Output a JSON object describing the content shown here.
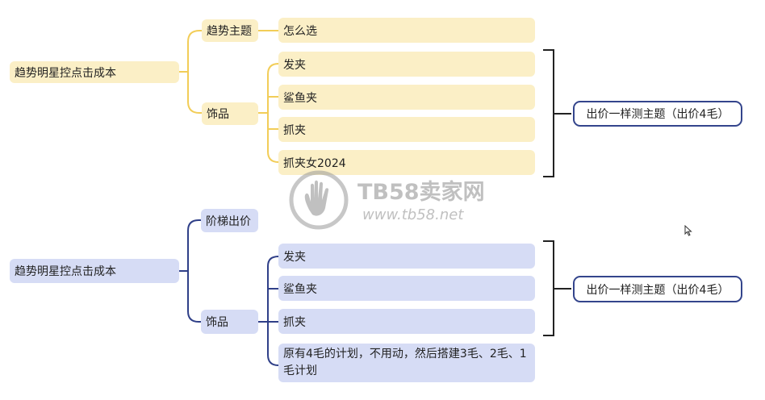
{
  "top_tree": {
    "root": "趋势明星控点击成本",
    "branch1": {
      "label": "趋势主题",
      "leaf": "怎么选"
    },
    "branch2": {
      "label": "饰品",
      "leaves": [
        "发夹",
        "鲨鱼夹",
        "抓夹",
        "抓夹女2024"
      ]
    },
    "result": "出价一样测主题（出价4毛）"
  },
  "bottom_tree": {
    "root": "趋势明星控点击成本",
    "branch1": {
      "label": "阶梯出价"
    },
    "branch2": {
      "label": "饰品",
      "leaves": [
        "发夹",
        "鲨鱼夹",
        "抓夹",
        "原有4毛的计划，不用动，然后搭建3毛、2毛、1毛计划"
      ]
    },
    "result": "出价一样测主题（出价4毛）"
  },
  "watermark": {
    "title": "TB58卖家网",
    "url": "www.tb58.net"
  },
  "colors": {
    "yellow_line": "#f2cd58",
    "yellow_node": "#fbefc6",
    "blue_line": "#2f3f88",
    "blue_node": "#d6dcf5",
    "bracket": "#222222"
  }
}
